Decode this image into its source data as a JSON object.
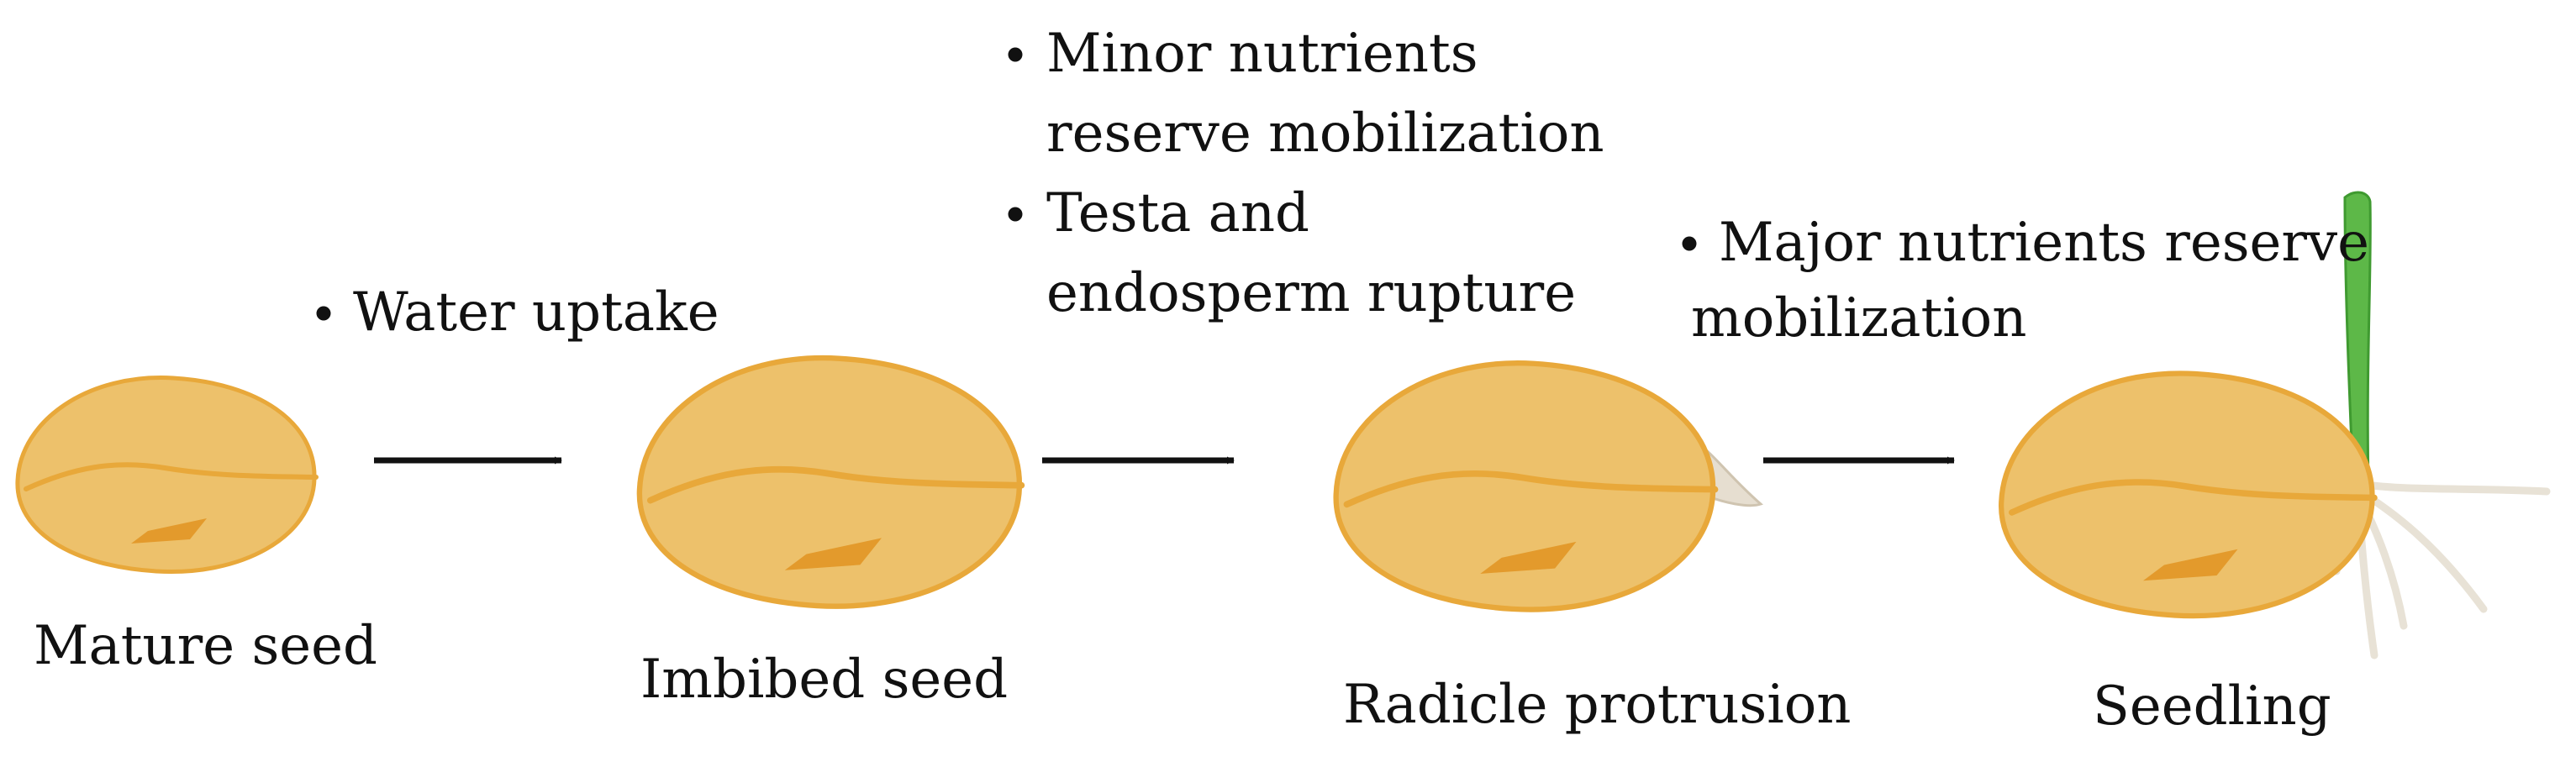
{
  "colors": {
    "seed_fill": "#EDC16B",
    "seed_edge": "#E8A83A",
    "seed_mark": "#E39A2C",
    "radicle": "#E6DED0",
    "radicle_edge": "#CFC4B0",
    "root": "#E8E2D6",
    "shoot": "#5DB848",
    "shoot_edge": "#3F9A30",
    "arrow": "#111111",
    "text": "#111111"
  },
  "icons": {
    "bullet": "bullet-dot-icon",
    "arrow": "arrow-right-icon",
    "seed": "seed-icon",
    "radicle": "radicle-icon",
    "shoot": "shoot-icon",
    "root": "root-icon"
  },
  "stages": [
    {
      "label": "Mature seed"
    },
    {
      "label": "Imbibed seed"
    },
    {
      "label": "Radicle protrusion"
    },
    {
      "label": "Seedling"
    }
  ],
  "transitions": [
    {
      "notes": [
        {
          "lines": [
            "Water uptake"
          ]
        }
      ]
    },
    {
      "notes": [
        {
          "lines": [
            "Minor nutrients",
            "reserve mobilization"
          ]
        },
        {
          "lines": [
            "Testa and",
            "endosperm rupture"
          ]
        }
      ]
    },
    {
      "notes": [
        {
          "lines": [
            "Major nutrients reserve",
            "mobilization"
          ]
        }
      ]
    }
  ]
}
